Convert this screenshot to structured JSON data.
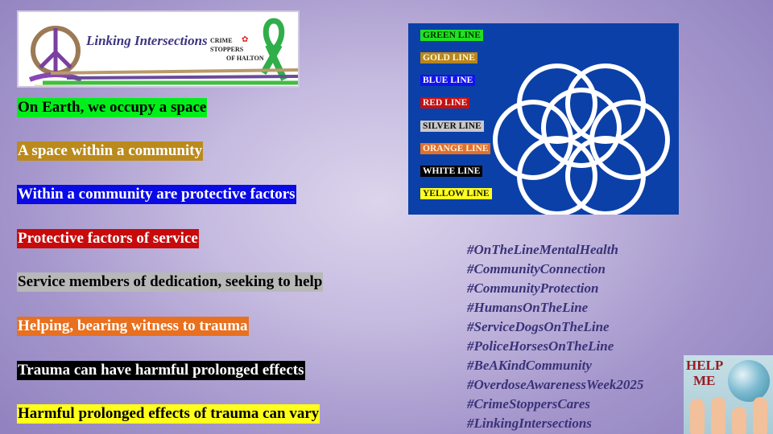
{
  "logo": {
    "title": "Linking Intersections",
    "partner_lines": [
      "CRIME",
      "STOPPERS",
      "OF HALTON"
    ]
  },
  "statements": [
    {
      "text": "On Earth, we occupy a space",
      "bg": "#00ee1a",
      "color": "#000000"
    },
    {
      "text": "A space within a community",
      "bg": "#bb8a1c",
      "color": "#ffffff"
    },
    {
      "text": "Within a community are protective factors",
      "bg": "#0a0ae6",
      "color": "#ffffff"
    },
    {
      "text": "Protective factors of service",
      "bg": "#c80a0a",
      "color": "#ffffff"
    },
    {
      "text": "Service members of dedication, seeking to help",
      "bg": "#b8b8b8",
      "color": "#000000"
    },
    {
      "text": "Helping, bearing witness to trauma",
      "bg": "#e8701e",
      "color": "#ffffff"
    },
    {
      "text": "Trauma can have harmful prolonged effects",
      "bg": "#000000",
      "color": "#ffffff"
    },
    {
      "text": "Harmful prolonged effects of trauma can vary",
      "bg": "#ffff1a",
      "color": "#000000"
    }
  ],
  "flag": {
    "background": "#0b40a8",
    "labels": [
      {
        "text": "GREEN  LINE",
        "bg": "#22e022",
        "color": "#003300"
      },
      {
        "text": "GOLD LINE",
        "bg": "#b8861c",
        "color": "#fff6d8"
      },
      {
        "text": "BLUE LINE",
        "bg": "#1212ee",
        "color": "#ffffff"
      },
      {
        "text": "RED LINE",
        "bg": "#c41010",
        "color": "#ffe8e8"
      },
      {
        "text": "SILVER LINE",
        "bg": "#c8c8cc",
        "color": "#111111"
      },
      {
        "text": "ORANGE LINE",
        "bg": "#e0702a",
        "color": "#fff0e0"
      },
      {
        "text": "WHITE LINE",
        "bg": "#000000",
        "color": "#ffffff"
      },
      {
        "text": "YELLOW LINE",
        "bg": "#ffff22",
        "color": "#222200"
      }
    ]
  },
  "hashtags": [
    "#OnTheLineMentalHealth",
    "#CommunityConnection",
    "#CommunityProtection",
    "#HumansOnTheLine",
    "#ServiceDogsOnTheLine",
    "#PoliceHorsesOnTheLine",
    "#BeAKindCommunity",
    "#OverdoseAwarenessWeek2025",
    "#CrimeStoppersCares",
    "#LinkingIntersections"
  ],
  "help_image": {
    "line1": "HELP",
    "line2": "ME"
  }
}
